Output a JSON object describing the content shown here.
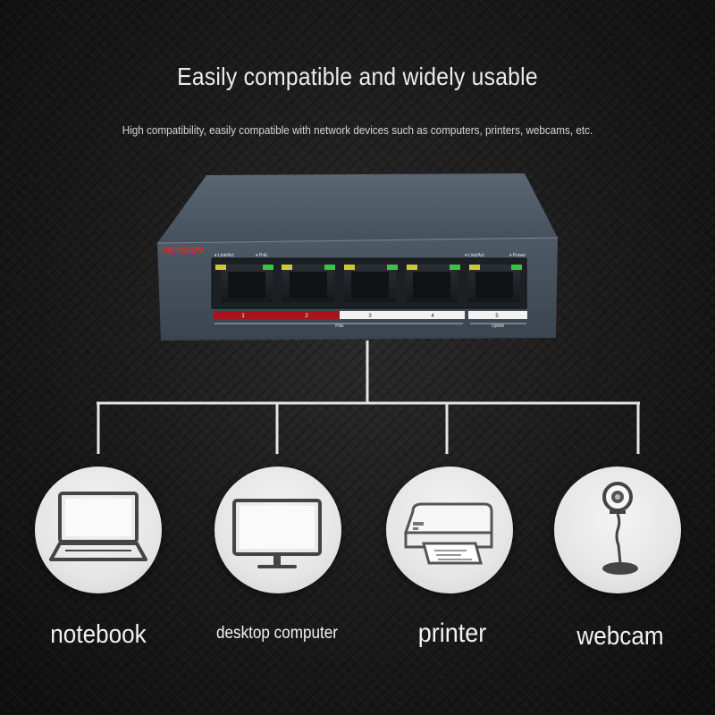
{
  "header": {
    "title": "Easily compatible and widely usable",
    "subtitle": "High compatibility, easily compatible with network devices such as computers, printers, webcams, etc."
  },
  "switch": {
    "brand": "HIKVISION",
    "indicator_labels": {
      "link_act_left": "▾ Link/Act",
      "poe": "▾ PoE",
      "link_act_right": "▾ Link/Act",
      "power": "▾ Power"
    },
    "port_numbers": [
      "1",
      "2",
      "3",
      "4",
      "5"
    ],
    "group_labels": {
      "poe": "PoE",
      "uplink": "Uplink"
    },
    "colors": {
      "body": "#4a5561",
      "poe_highlight": "#a3161c",
      "led_green": "#39c43f",
      "led_yellow": "#c9c934"
    }
  },
  "devices": [
    {
      "label": "notebook",
      "icon": "laptop-icon"
    },
    {
      "label": "desktop computer",
      "icon": "monitor-icon"
    },
    {
      "label": "printer",
      "icon": "printer-icon"
    },
    {
      "label": "webcam",
      "icon": "webcam-icon"
    }
  ]
}
